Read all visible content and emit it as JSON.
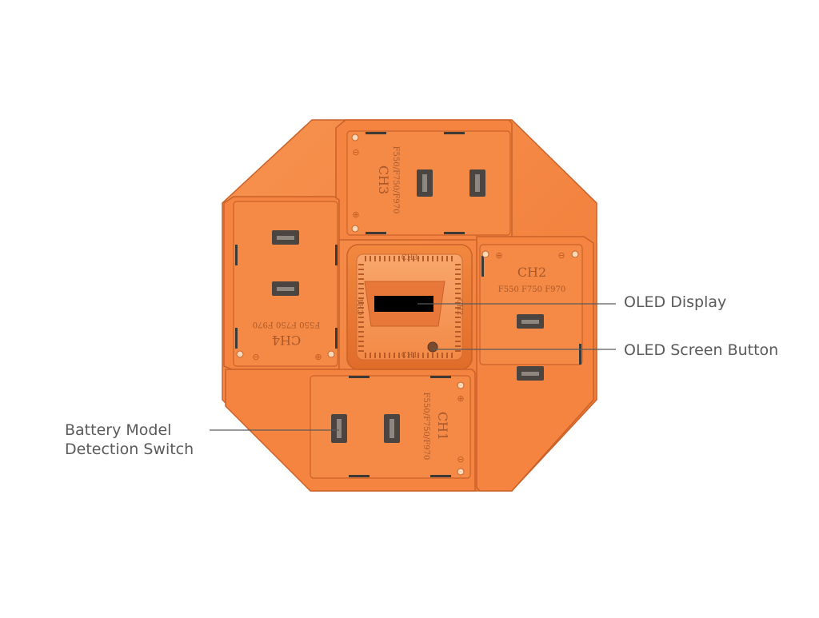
{
  "labels": {
    "oled_display": "OLED Display",
    "oled_screen_button": "OLED Screen Button",
    "battery_model_line1": "Battery Model",
    "battery_model_line2": "Detection Switch"
  },
  "channels": {
    "ch1": {
      "name": "CH1",
      "models": "F550/F750/F970"
    },
    "ch2": {
      "name": "CH2",
      "models": "F550  F750  F970"
    },
    "ch3": {
      "name": "CH3",
      "models": "F550/F750/F970"
    },
    "ch4": {
      "name": "CH4",
      "models": "F550  F750  F970"
    }
  },
  "center_marks": {
    "top": "CH3",
    "bottom": "CH1",
    "left": "CH4",
    "right": "CH2"
  },
  "colors": {
    "body": "#f48440",
    "body_dark": "#e0722f",
    "body_light": "#f7995a",
    "outline": "#c9622a",
    "screen": "#000000",
    "leader": "#5a5a5a",
    "text": "#5a5a5a"
  }
}
